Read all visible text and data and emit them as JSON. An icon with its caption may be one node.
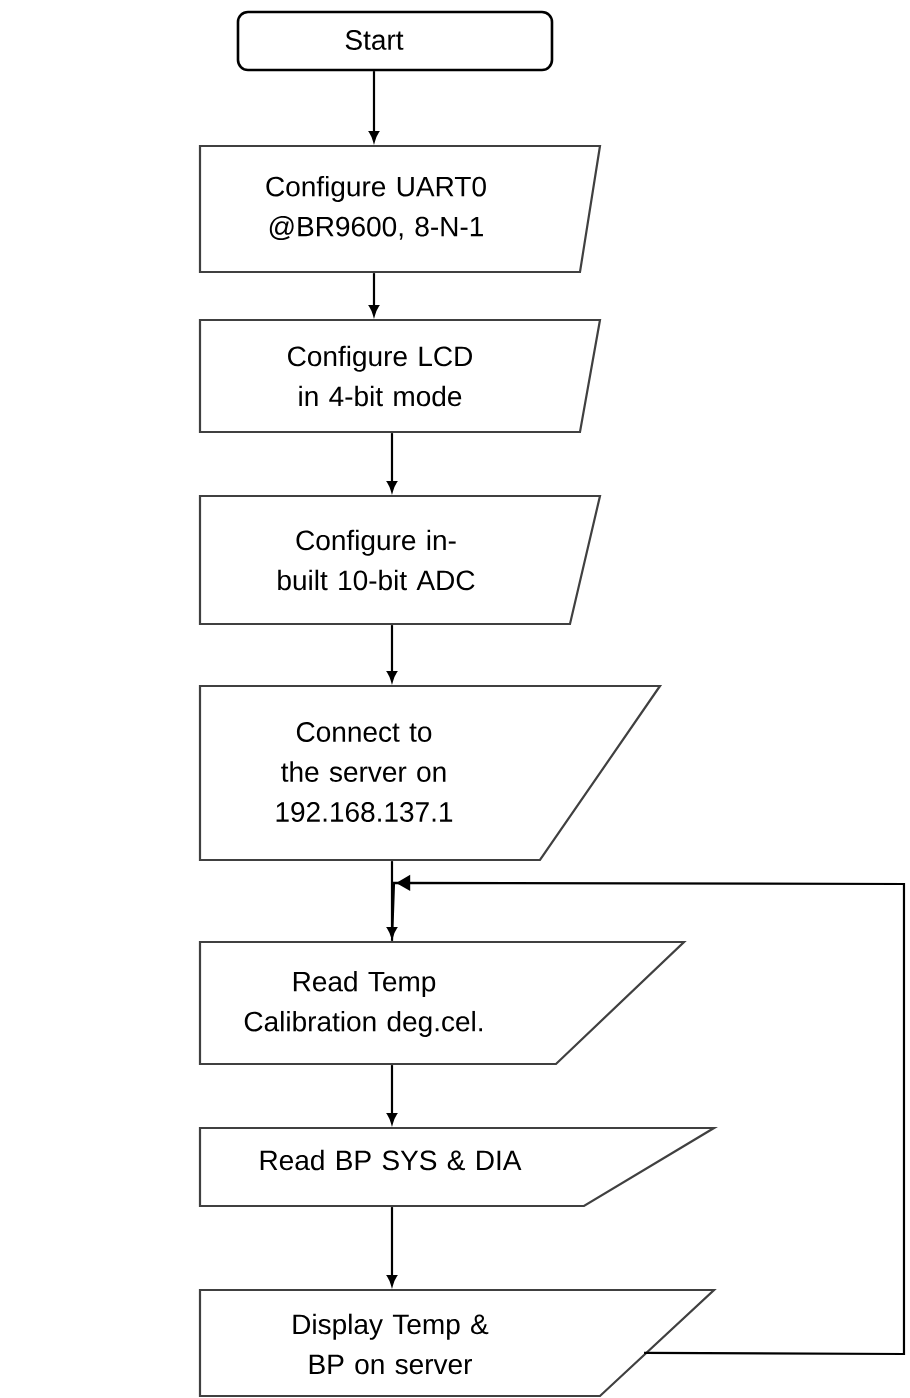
{
  "diagram": {
    "nodes": [
      {
        "text": [
          "Start"
        ]
      },
      {
        "text": [
          "Configure UART0 @BR9600, 8-N-1"
        ]
      },
      {
        "text": [
          "Configure LCD in 4-bit mode"
        ]
      },
      {
        "text": [
          "Configure in-built 10-bit ADC"
        ]
      },
      {
        "text": [
          "Connect to the server on 192.168.137.1"
        ]
      },
      {
        "text": [
          "Read Temp Calibration deg.cel."
        ]
      },
      {
        "text": [
          "Read BP SYS & DIA"
        ]
      },
      {
        "text": [
          "Display Temp & BP on server"
        ]
      }
    ],
    "edges": [
      {
        "from": 0,
        "to": 1,
        "arrow": "to"
      },
      {
        "from": 1,
        "to": 2,
        "arrow": "to"
      },
      {
        "from": 2,
        "to": 3,
        "arrow": "to"
      },
      {
        "from": 3,
        "to": 4,
        "arrow": "to"
      },
      {
        "from": 4,
        "to": 5,
        "arrow": "to"
      },
      {
        "from": 5,
        "to": 6,
        "arrow": "to"
      },
      {
        "from": 6,
        "to": 7,
        "arrow": "to"
      },
      {
        "from": 7,
        "to": 5,
        "arrow": "to"
      }
    ]
  }
}
